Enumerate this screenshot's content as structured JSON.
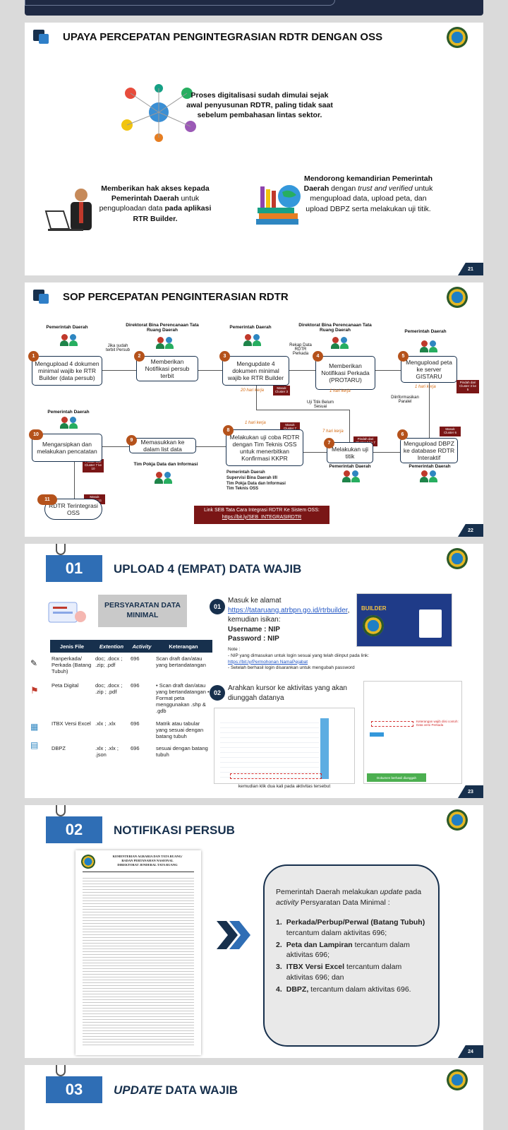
{
  "slide21": {
    "title": "UPAYA PERCEPATAN PENGINTEGRASIAN RDTR DENGAN OSS",
    "p1": "Proses digitalisasi sudah dimulai sejak awal penyusunan RDTR, paling tidak saat sebelum pembahasan lintas sektor.",
    "p2_bold": "Memberikan hak akses kepada Pemerintah Daerah",
    "p2_normal": "untuk penguploadan data",
    "p2_bold2": "pada aplikasi RTR Builder.",
    "p3_bold": "Mendorong kemandirian Pemerintah Daerah",
    "p3_normal": "dengan",
    "p3_italic": "trust and verified",
    "p3_rest": "untuk mengupload data, upload peta, dan upload DBPZ serta melakukan uji titik.",
    "page": "21"
  },
  "slide22": {
    "title": "SOP PERCEPATAN PENGINTERASIAN RDTR",
    "actors": {
      "pemda": "Pemerintah Daerah",
      "dirtat": "Direktorat Bina Perencanaan Tata Ruang Daerah",
      "pokja": "Tim Pokja Data dan Informasi"
    },
    "steps": [
      {
        "n": "1",
        "text": "Mengupload 4 dokumen minimal wajib ke RTR Builder (data persub)"
      },
      {
        "n": "2",
        "text": "Memberikan Notifikasi persub terbit"
      },
      {
        "n": "3",
        "text": "Mengupdate 4 dokumen minimal wajib ke RTR Builder"
      },
      {
        "n": "4",
        "text": "Memberikan Notifikasi Perkada (PROTARU)"
      },
      {
        "n": "5",
        "text": "Mengupload peta ke server GISTARU"
      },
      {
        "n": "6",
        "text": "Mengupload DBPZ ke database RDTR Interaktif"
      },
      {
        "n": "7",
        "text": "Melakukan uji titik"
      },
      {
        "n": "8",
        "text": "Melakukan uji coba RDTR dengan Tim Teknis OSS untuk menerbitkan Konfirmasi KKPR"
      },
      {
        "n": "9",
        "text": "Memasukkan ke dalam list data"
      },
      {
        "n": "10",
        "text": "Mengarsipkan dan melakukan pencatatan"
      },
      {
        "n": "11",
        "text": "RDTR Terintegrasi OSS"
      }
    ],
    "notes": {
      "jika": "Jika sudah terbit Persub",
      "rekap": "Rekap Data RDTR Perkada",
      "ujititik": "Uji Titik Belum Sesuai",
      "diinfo": "Diinformasikan Paralel"
    },
    "times": {
      "t20": "20 hari kerja",
      "t1a": "1 hari kerja",
      "t1b": "1 hari kerja",
      "t1c": "1 hari kerja",
      "t7": "7 hari kerja"
    },
    "tags": {
      "c3": "Masuk Cluster 3",
      "c5": "Pindah dari Cluster 3 ke 5",
      "c7": "Masuk Cluster 7",
      "c6": "Masuk Cluster 6",
      "c7b": "Pindah dari Cluster 6 ke 7",
      "c10": "Pindah dari Cluster 7 ke 10",
      "c11": "Masuk Cluster 11"
    },
    "team_list": [
      "Pemerintah Daerah",
      "Supervisi Bina Daerah I/II",
      "Tim Pokja Data dan Informasi",
      "Tim Teknis OSS"
    ],
    "link_label": "Link SEB Tata Cara Integrasi RDTR Ke Sistem OSS:",
    "link_url": "https://bit.ly/SEB_INTEGRASIRDTR",
    "page": "22"
  },
  "slide23": {
    "num": "01",
    "title": "UPLOAD 4 (EMPAT) DATA WAJIB",
    "req_label": "PERSYARATAN DATA MINIMAL",
    "table": {
      "headers": [
        "Jenis File",
        "Extention",
        "Activity",
        "Keterangan"
      ],
      "rows": [
        [
          "Ranperkada/ Perkada (Batang Tubuh)",
          "doc; .docx ; .zip; .pdf",
          "696",
          "Scan draft dan/atau yang bertandatangan"
        ],
        [
          "Peta Digital",
          "doc; .docx ; .zip ; .pdf",
          "696",
          "• Scan draft dan/atau yang bertandatangan • Format peta menggunakan .shp & .gdb"
        ],
        [
          "ITBX Versi Excel",
          ".xlx ; .xlx",
          "696",
          "Matrik atau tabular yang sesuai dengan batang tubuh"
        ],
        [
          "DBPZ",
          ".xlx ; .xlx ; .json",
          "696",
          "sesuai dengan batang tubuh"
        ]
      ]
    },
    "step1_badge": "01",
    "step1_text": "Masuk ke alamat",
    "step1_url": "https://tataruang.atrbpn.go.id/rtrbuilder",
    "step1_rest": ", kemudian isikan:",
    "username": "Username : NIP",
    "password": "Password  : NIP",
    "note_title": "Note :",
    "note1": "- NIP yang dimasukan untuk login sesuai yang telah diinput pada link:",
    "note_link": "https://bit.ly/Permohonan NamaPejabat",
    "note2": "- Setelah berhasil login disarankan untuk mengubah password",
    "builder_label": "BUILDER",
    "step2_badge": "02",
    "step2_text": "Arahkan kursor ke aktivitas yang akan diunggah datanya",
    "step2_caption": "kemudian klik dua kali pada aktivitas tersebut",
    "side_note": "Keterangan wajib diisi contoh: Data versi Perkada",
    "success": "Dokumen berhasil diunggah",
    "page": "23"
  },
  "slide24": {
    "num": "02",
    "title": "NOTIFIKASI PERSUB",
    "letter_head1": "KEMENTERIAN AGRARIA DAN TATA RUANG/",
    "letter_head2": "BADAN PERTANAHAN NASIONAL",
    "letter_head3": "DIREKTORAT JENDERAL TATA RUANG",
    "intro": "Pemerintah Daerah melakukan",
    "intro_italic1": "update",
    "intro_mid": "pada",
    "intro_italic2": "activity",
    "intro_end": "Persyaratan Data Minimal :",
    "items": [
      {
        "n": "1.",
        "bold": "Perkada/Perbup/Perwal (Batang Tubuh)",
        "rest": " tercantum dalam aktivitas 696;"
      },
      {
        "n": "2.",
        "bold": "Peta dan Lampiran",
        "rest": " tercantum dalam aktivitas 696;"
      },
      {
        "n": "3.",
        "bold": "ITBX Versi Excel",
        "rest": " tercantum dalam aktivitas 696; dan"
      },
      {
        "n": "4.",
        "bold": "DBPZ,",
        "rest": " tercantum dalam aktivitas 696."
      }
    ],
    "page": "24"
  },
  "slide25": {
    "num": "03",
    "title_italic": "UPDATE",
    "title_rest": " DATA WAJIB"
  },
  "colors": {
    "navy": "#17304d",
    "blue": "#2f6eb5",
    "maroon": "#7a1616",
    "orange": "#b5521b"
  }
}
